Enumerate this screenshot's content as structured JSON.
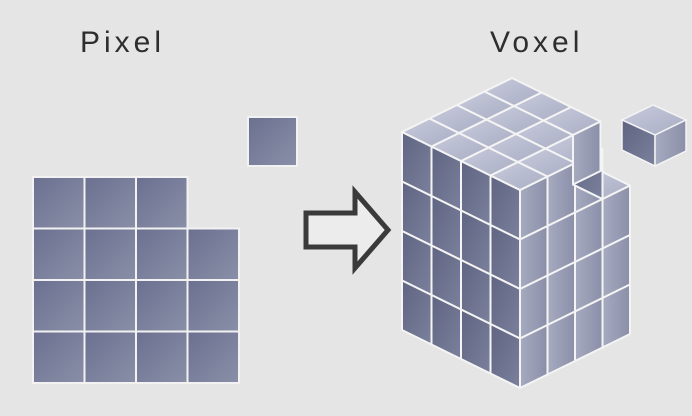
{
  "titles": {
    "pixel": "Pixel",
    "voxel": "Voxel"
  },
  "colors": {
    "background": "#e5e5e5",
    "pixel_fill": "#7a7f99",
    "pixel_edge": "#f2f2f2",
    "voxel_top": "#b8bcd0",
    "voxel_left": "#6e7390",
    "voxel_right": "#9ea2b8",
    "arrow_outline": "#3a3a3a",
    "arrow_fill": "#e8e8e8"
  },
  "pixel_grid": {
    "rows": 4,
    "columns": 4,
    "missing_cells": [
      [
        0,
        3
      ]
    ],
    "detached_pixel": true
  },
  "voxel_cube": {
    "size": 4,
    "missing_corner": "top-right-back",
    "detached_voxel": true
  },
  "arrow": {
    "direction": "right",
    "icon": "right-arrow-outline"
  }
}
